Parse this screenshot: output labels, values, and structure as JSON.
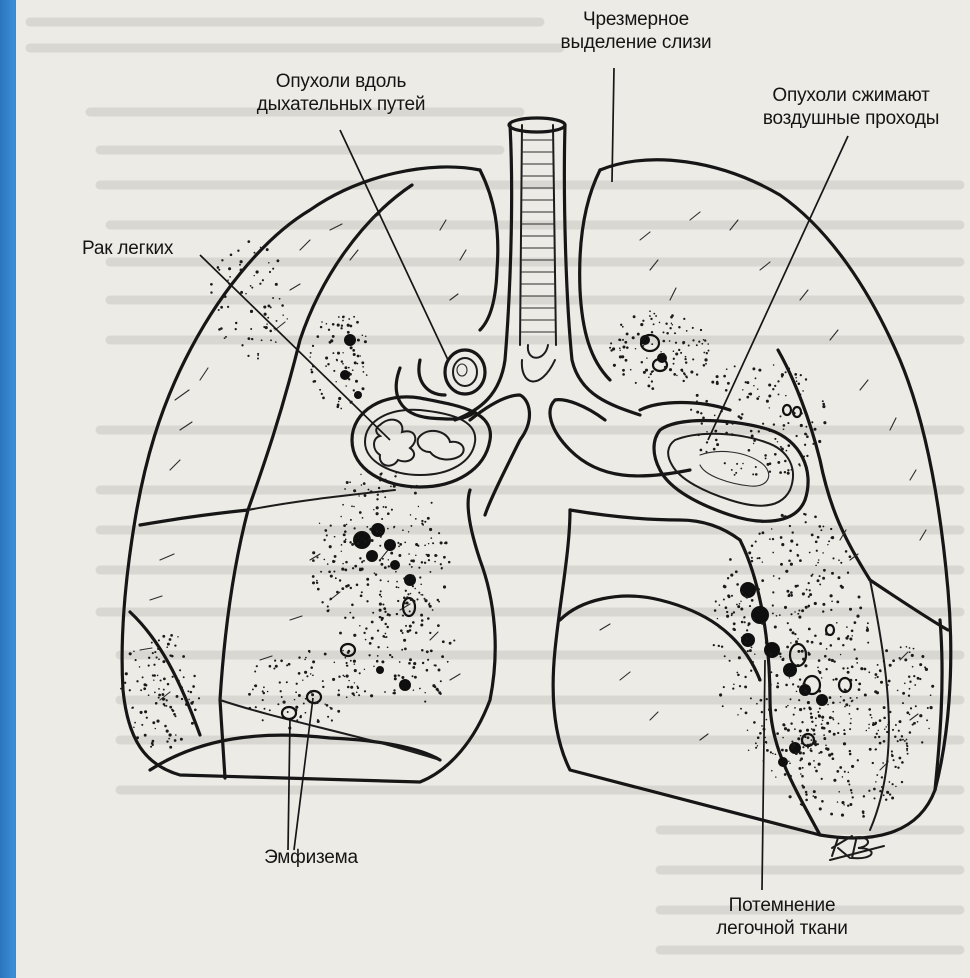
{
  "diagram": {
    "labels": {
      "mucus": "Чрезмерное\nвыделение слизи",
      "tumors_along_airways": "Опухоли вдоль\nдыхательных путей",
      "tumors_compress": "Опухоли сжимают\nвоздушные проходы",
      "lung_cancer": "Рак легких",
      "emphysema": "Эмфизема",
      "darkening": "Потемнение\nлегочной ткани"
    },
    "signature": "KB"
  },
  "colors": {
    "frame": "#2f7fc6",
    "paper": "#ecebe6",
    "ink": "#161616"
  }
}
